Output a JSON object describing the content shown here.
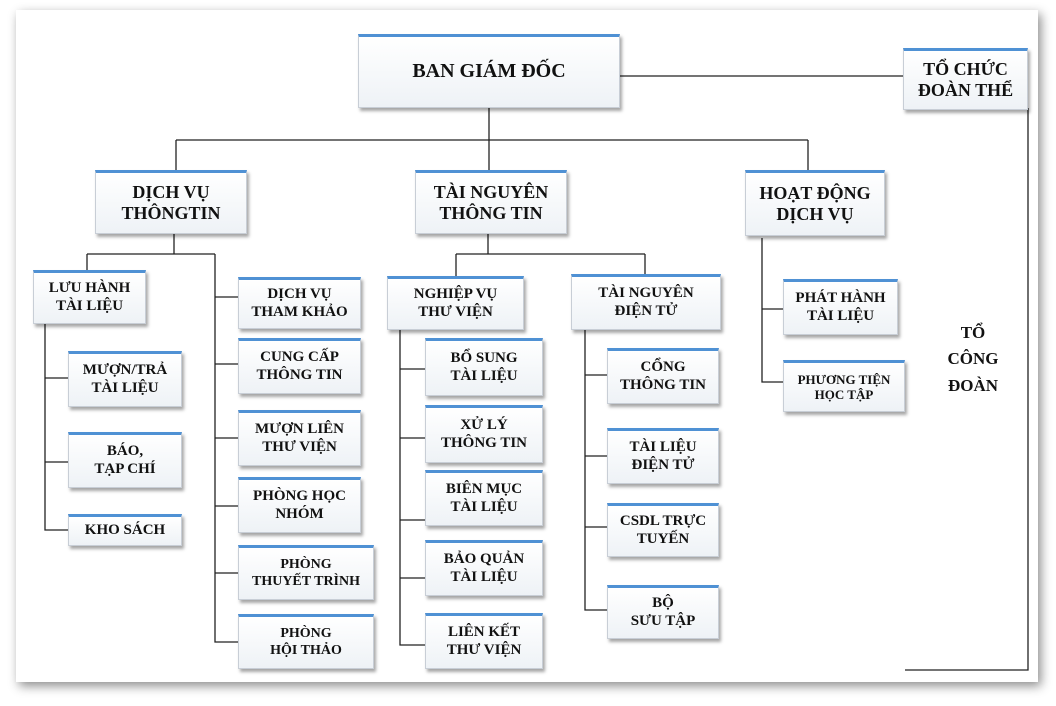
{
  "diagram": {
    "root": "BAN GIÁM ĐỐC",
    "side_org": "TỔ CHỨC\nĐOÀN THỂ",
    "union": "TỔ\nCÔNG\nĐOÀN",
    "branches": {
      "info_services": {
        "label": "DỊCH VỤ\nTHÔNGTIN",
        "left_group": {
          "label": "LƯU HÀNH\nTÀI LIỆU",
          "items": [
            "MƯỢN/TRẢ\nTÀI LIỆU",
            "BÁO,\nTẠP CHÍ",
            "KHO SÁCH"
          ]
        },
        "right_items": [
          "DỊCH VỤ\nTHAM KHẢO",
          "CUNG CẤP\nTHÔNG TIN",
          "MƯỢN LIÊN\nTHƯ VIỆN",
          "PHÒNG HỌC\nNHÓM",
          "PHÒNG\nTHUYẾT TRÌNH",
          "PHÒNG\nHỘI THẢO"
        ]
      },
      "info_resources": {
        "label": "TÀI NGUYÊN\nTHÔNG TIN",
        "library_ops": {
          "label": "NGHIỆP VỤ\nTHƯ VIỆN",
          "items": [
            "BỔ SUNG\nTÀI LIỆU",
            "XỬ LÝ\nTHÔNG TIN",
            "BIÊN MỤC\nTÀI LIỆU",
            "BẢO QUẢN\nTÀI LIỆU",
            "LIÊN KẾT\nTHƯ VIỆN"
          ]
        },
        "e_resources": {
          "label": "TÀI NGUYÊN\nĐIỆN TỬ",
          "items": [
            "CỔNG\nTHÔNG TIN",
            "TÀI LIỆU\nĐIỆN TỬ",
            "CSDL TRỰC\nTUYẾN",
            "BỘ\nSƯU TẬP"
          ]
        }
      },
      "service_activities": {
        "label": "HOẠT ĐỘNG\nDỊCH VỤ",
        "items": [
          "PHÁT HÀNH\nTÀI LIỆU",
          "PHƯƠNG TIỆN\nHỌC TẬP"
        ]
      }
    },
    "colors": {
      "accent": "#4f91d4",
      "line": "#222222"
    }
  }
}
